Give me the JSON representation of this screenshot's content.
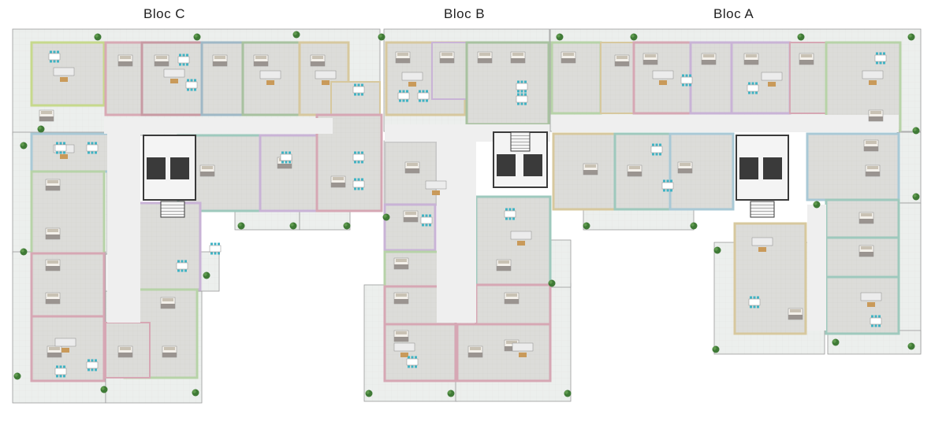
{
  "blocs": [
    {
      "id": "C",
      "title": "Bloc  C"
    },
    {
      "id": "B",
      "title": "Bloc  B"
    },
    {
      "id": "A",
      "title": "Bloc  A"
    }
  ],
  "colors": {
    "background": "#ffffff",
    "wall": "#7e7e7e",
    "floor": "#d9d9d6",
    "terrace": "#e9ecea",
    "core": "#3a3a3a",
    "stair": "#f2f2f2",
    "plant": "#3f7a36",
    "apartment_outlines": [
      "#b7d3a8",
      "#d6a7b4",
      "#a9c9d6",
      "#d7c89e",
      "#c9b3d6",
      "#9ec9bd",
      "#b9b9b9"
    ]
  },
  "icons": [
    "plant-icon",
    "bed-icon",
    "sofa-icon",
    "dining-table-icon",
    "stair-icon",
    "elevator-icon"
  ]
}
